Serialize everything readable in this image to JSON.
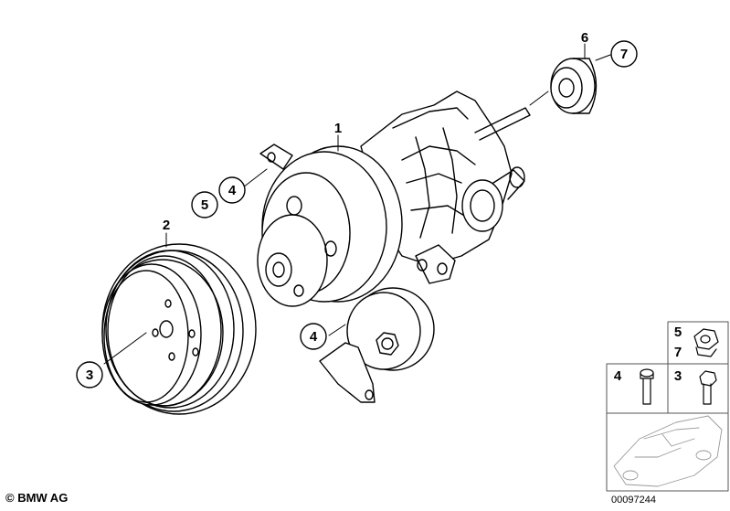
{
  "callouts": {
    "c1": "1",
    "c2": "2",
    "c3": "3",
    "c4a": "4",
    "c5a": "5",
    "c4b": "4",
    "c6": "6",
    "c7": "7"
  },
  "legend": {
    "row1_top": "5",
    "row1_bottom": "7",
    "row2_left": "4",
    "row2_right": "3"
  },
  "footer": {
    "copyright": "© BMW AG",
    "doc_number": "00097244"
  }
}
